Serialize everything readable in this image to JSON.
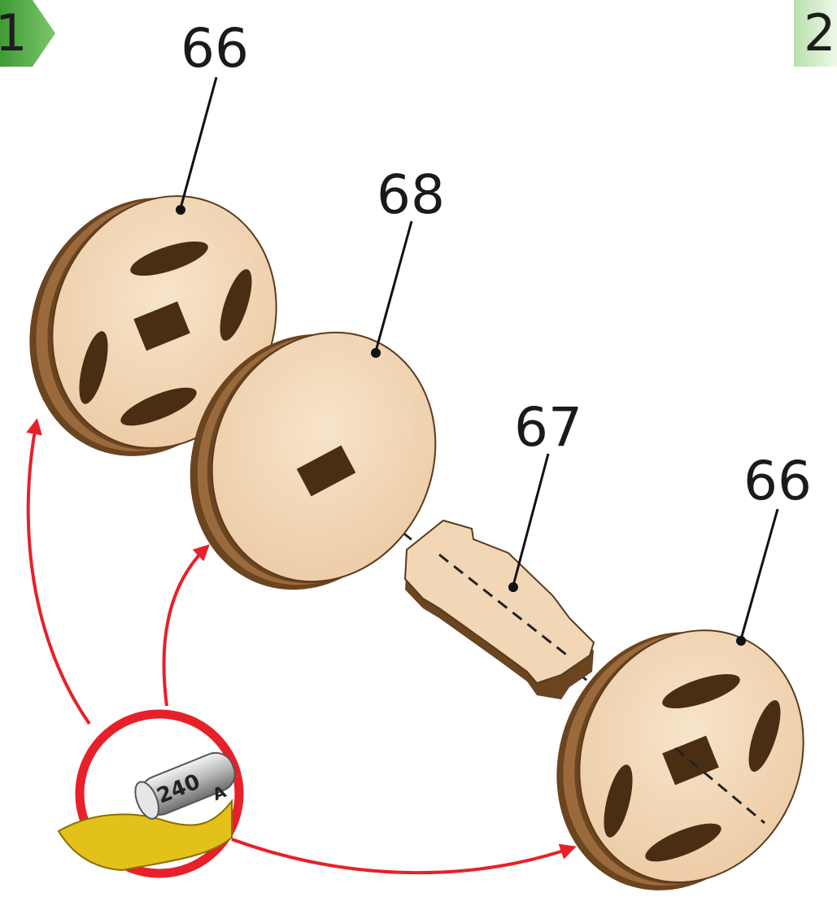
{
  "steps": [
    {
      "number": "1"
    },
    {
      "number": "2"
    }
  ],
  "parts": {
    "wheel_top_left": {
      "label": "66"
    },
    "spacer_disc": {
      "label": "68"
    },
    "axle_key": {
      "label": "67"
    },
    "wheel_bottom_right": {
      "label": "66"
    }
  },
  "sandpaper": {
    "grit": "240",
    "grit_partial": "A",
    "icon": "sandpaper-icon"
  },
  "colors": {
    "step_badge": "#5fb84a",
    "step_badge_light": "#9fd58b",
    "wood_face": "#f2d8b8",
    "wood_edge": "#6b4420",
    "wood_edge_light": "#9a6a3c",
    "arrow": "#e8202a",
    "sandpaper": "#e2c21a"
  }
}
